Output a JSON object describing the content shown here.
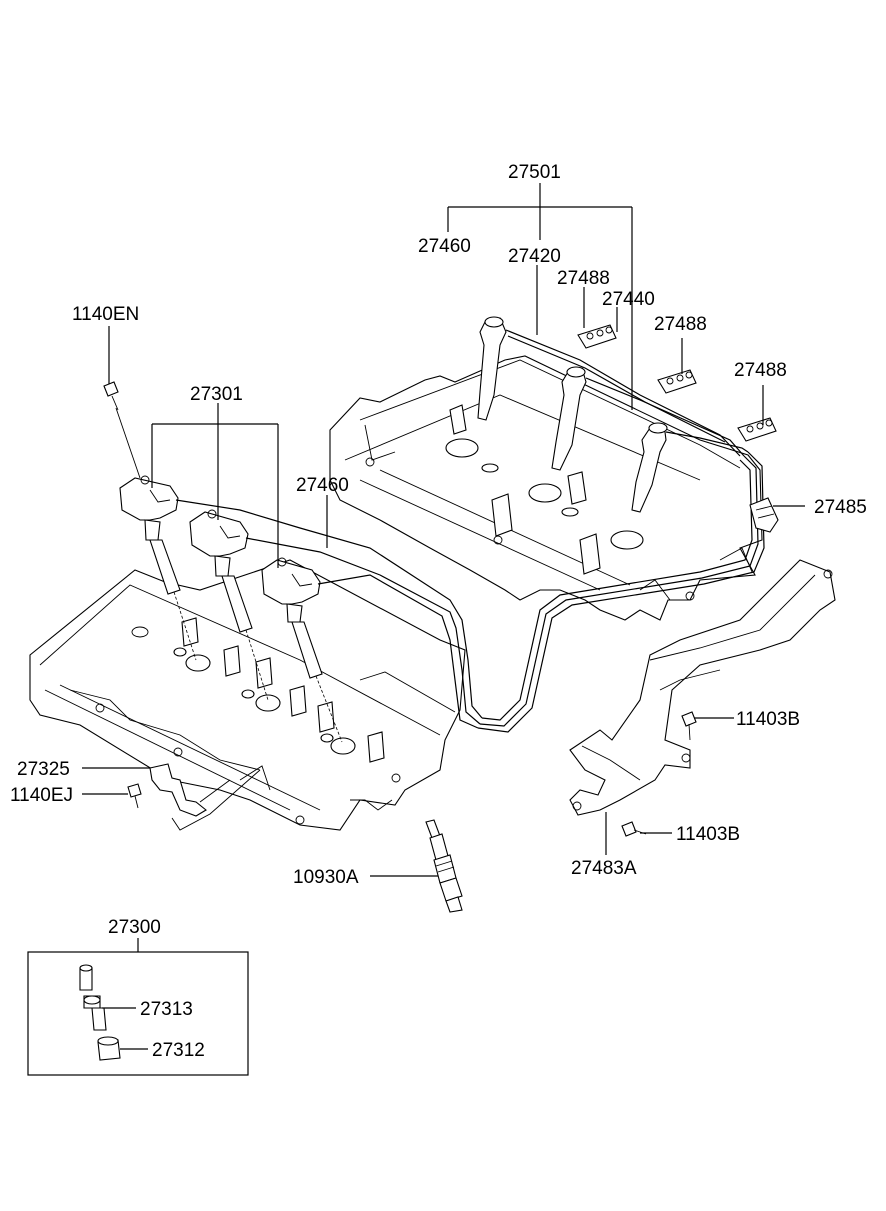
{
  "labels": {
    "set_top": "27501",
    "cable_set_27460_top": "27460",
    "cable_27420": "27420",
    "clip_27488_a": "27488",
    "cable_27440": "27440",
    "clip_27488_b": "27488",
    "clip_27488_c": "27488",
    "clip_27485": "27485",
    "bolt_1140EN": "1140EN",
    "coil_assy": "27301",
    "cable_27460_mid": "27460",
    "bolt_11403B_a": "11403B",
    "bracket_27325": "27325",
    "bolt_1140EJ": "1140EJ",
    "bolt_11403B_b": "11403B",
    "spark_plug": "10930A",
    "bracket_27483A": "27483A",
    "box_27300": "27300",
    "part_27313": "27313",
    "part_27312": "27312"
  }
}
